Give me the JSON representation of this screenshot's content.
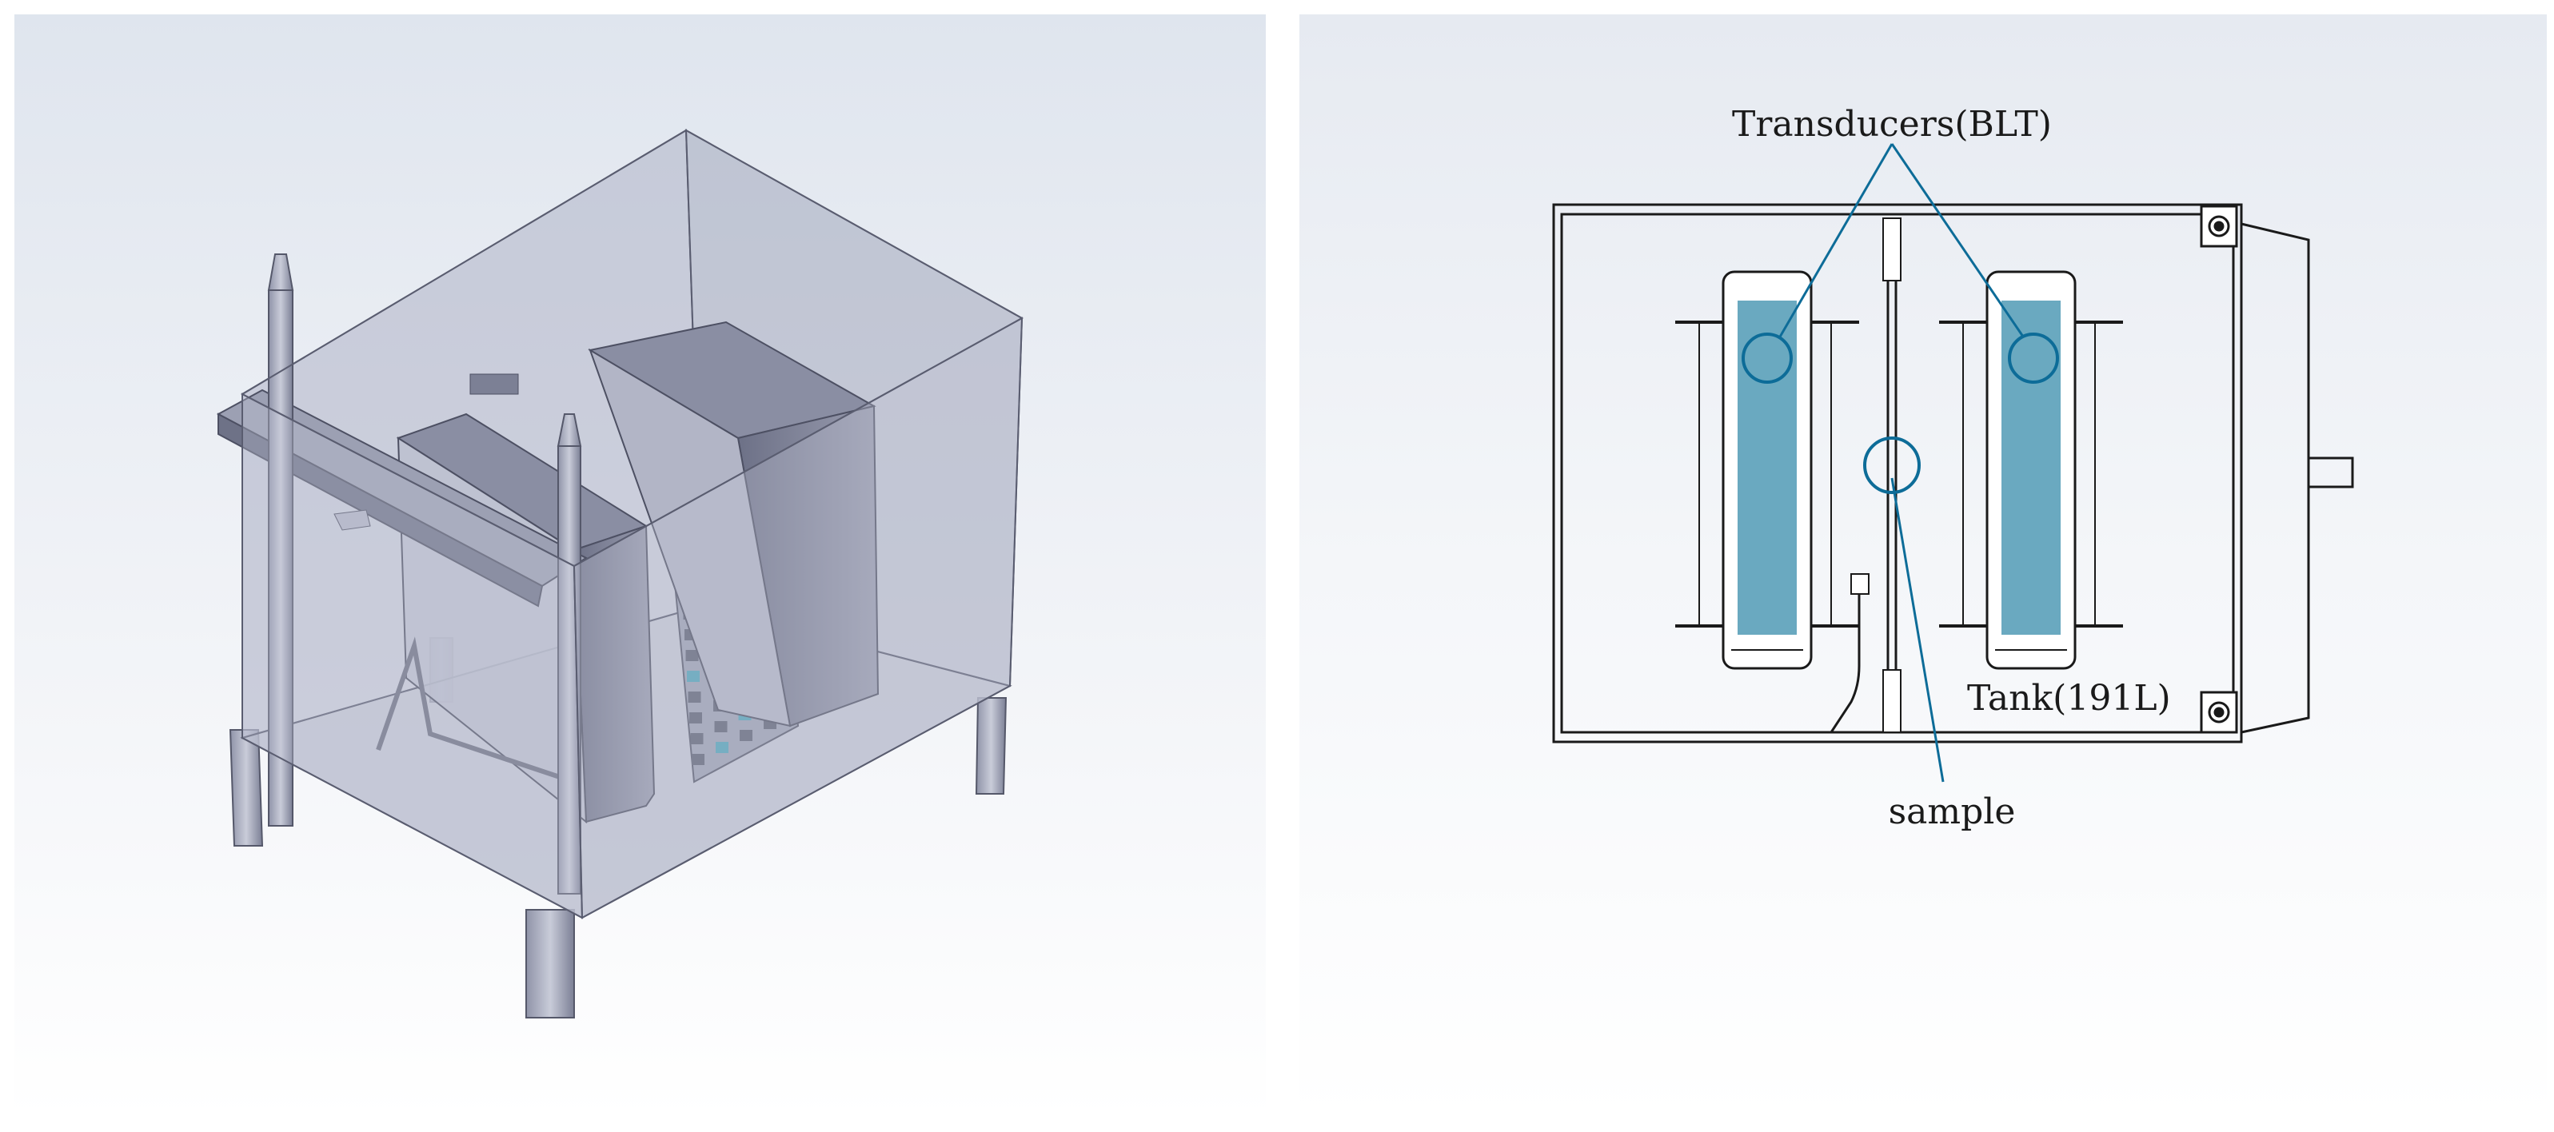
{
  "labels": {
    "transducers": "Transducers(BLT)",
    "tank": "Tank(191L)",
    "sample": "sample"
  },
  "colors": {
    "accent": "#0d6c98",
    "transducer_fill": "#6aa9c0",
    "line": "#1a1a1a",
    "background_top": "#eef1f6",
    "background_bottom": "#ffffff"
  }
}
